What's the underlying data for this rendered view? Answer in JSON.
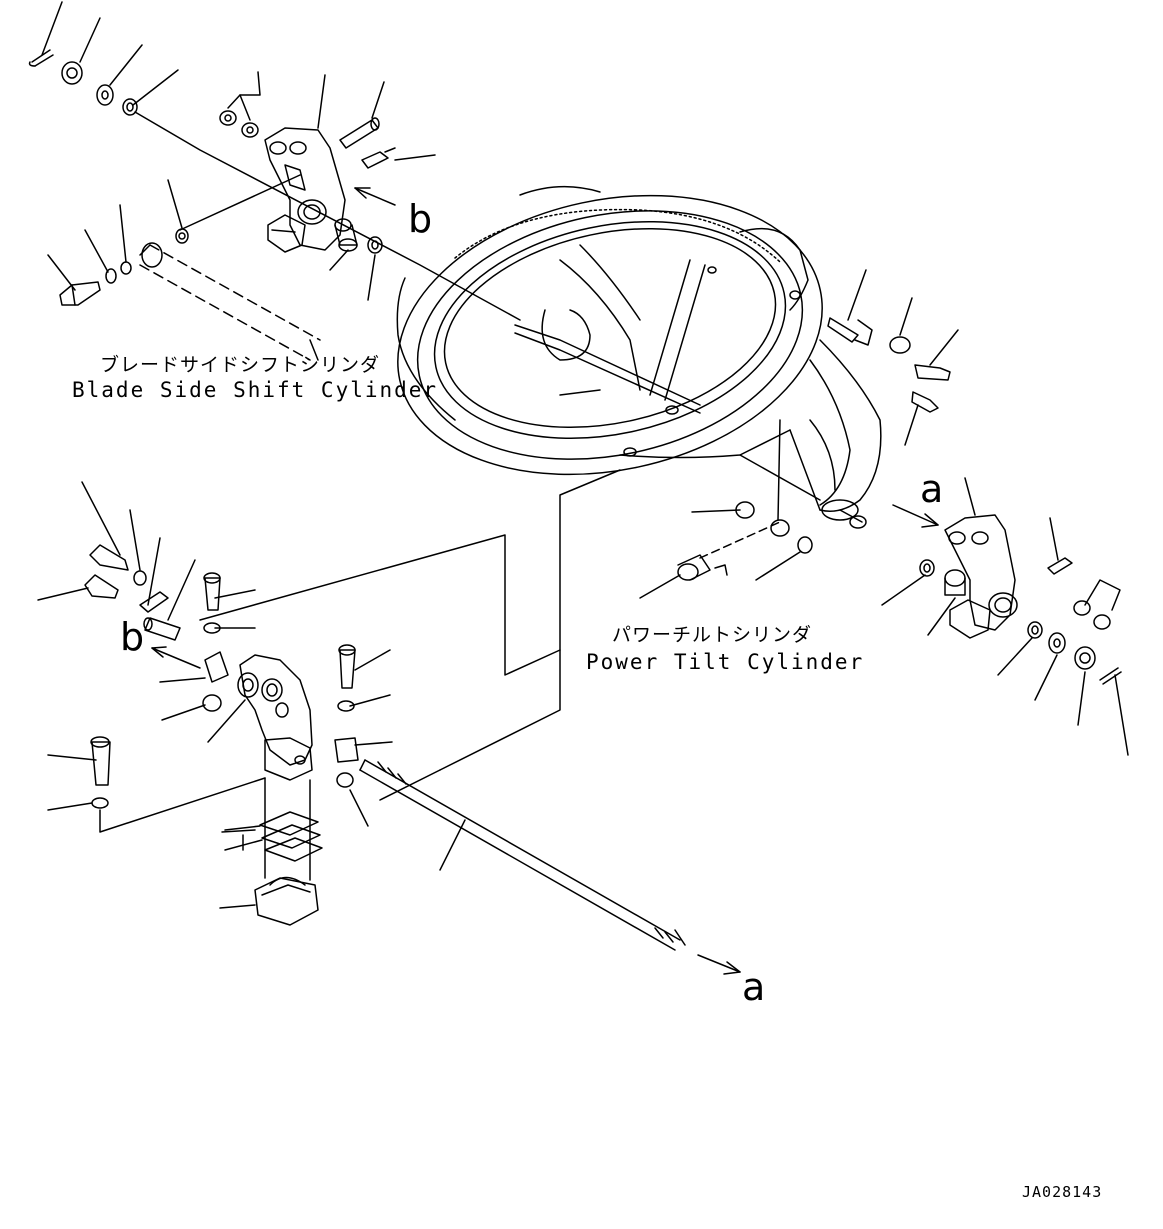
{
  "labels": {
    "blade_side_shift_jp": "ブレードサイドシフトシリンダ",
    "blade_side_shift_en": "Blade Side Shift Cylinder",
    "power_tilt_jp": "パワーチルトシリンダ",
    "power_tilt_en": "Power Tilt Cylinder",
    "ref_a_top": "a",
    "ref_a_bottom": "a",
    "ref_b_top": "b",
    "ref_b_left": "b",
    "drawing_code": "JA028143"
  },
  "colors": {
    "line": "#000000",
    "background": "#ffffff"
  }
}
